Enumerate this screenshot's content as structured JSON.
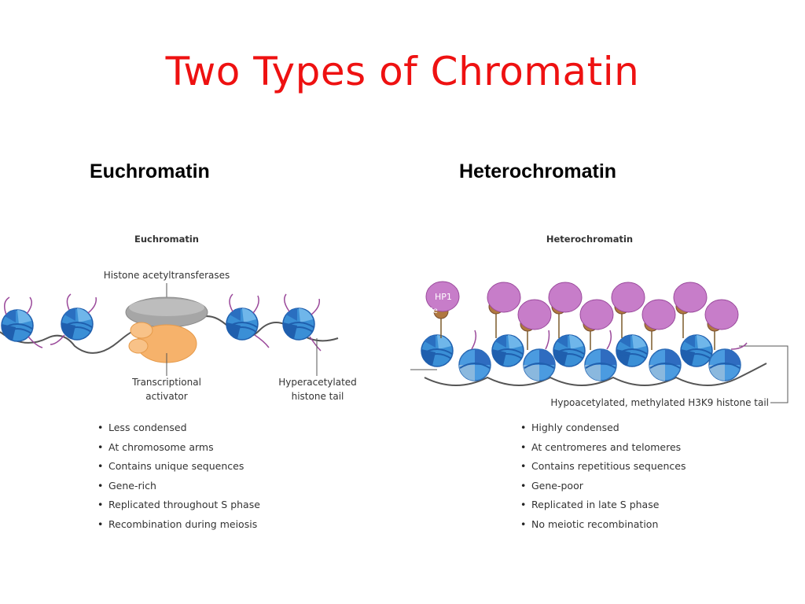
{
  "title": "Two Types of Chromatin",
  "left": {
    "heading": "Euchromatin",
    "figure_title": "Euchromatin",
    "labels": {
      "hat": "Histone acetyltransferases",
      "activator_line1": "Transcriptional",
      "activator_line2": "activator",
      "tail_line1": "Hyperacetylated",
      "tail_line2": "histone tail"
    },
    "bullets": [
      "Less condensed",
      "At chromosome arms",
      "Contains unique sequences",
      "Gene-rich",
      "Replicated throughout S phase",
      "Recombination during meiosis"
    ]
  },
  "right": {
    "heading": "Heterochromatin",
    "figure_title": "Heterochromatin",
    "labels": {
      "hp1": "HP1",
      "me": "Me",
      "tail": "Hypoacetylated, methylated H3K9 histone tail"
    },
    "bullets": [
      "Highly condensed",
      "At centromeres and telomeres",
      "Contains repetitious sequences",
      "Gene-poor",
      "Replicated in late S phase",
      "No meiotic recombination"
    ]
  },
  "colors": {
    "title": "#ee1111",
    "nucleosome": "#3a8fd6",
    "nucleosome_dark": "#1f5fae",
    "hp1": "#c77dc9",
    "methyl": "#b07840",
    "hat": "#a6a6a6",
    "activator": "#f6b26b",
    "histone_tail": "#9b4a9b"
  }
}
